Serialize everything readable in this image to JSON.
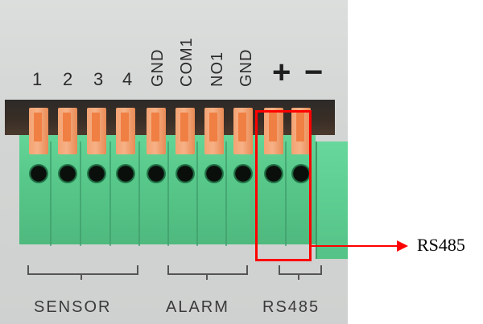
{
  "terminal": {
    "pin_numbers": [
      "1",
      "2",
      "3",
      "4"
    ],
    "pin_names": [
      "GND",
      "COM1",
      "NO1",
      "GND"
    ],
    "plus": "+",
    "minus": "−",
    "groups": [
      "SENSOR",
      "ALARM",
      "RS485"
    ],
    "colors": {
      "body": "#58c88a",
      "lever": "#f4a373",
      "highlight": "#ff0000"
    }
  },
  "callout": {
    "label": "RS485"
  }
}
